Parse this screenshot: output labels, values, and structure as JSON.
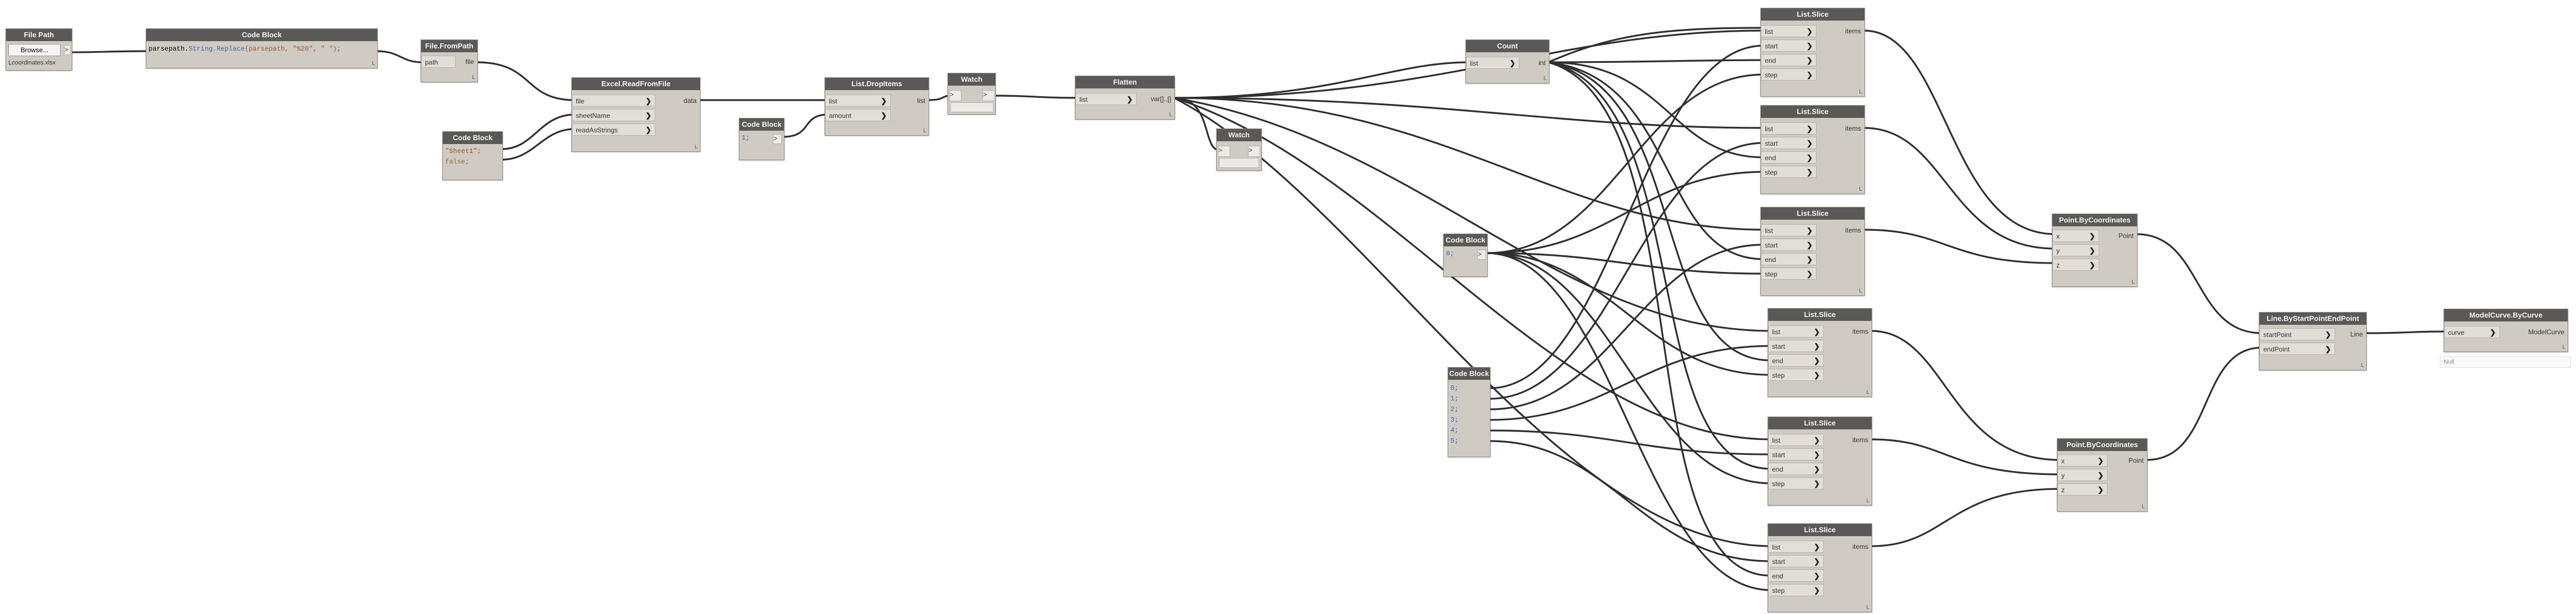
{
  "nodes": {
    "file_path": {
      "title": "File Path",
      "button": "Browse...",
      "value": "Lcoordinates.xlsx"
    },
    "code_block_path": {
      "title": "Code Block",
      "code_prefix": "parsepath.",
      "code_method": "String.Replace",
      "code_args": "(parsepath, \"%20\", \" \");"
    },
    "file_from_path": {
      "title": "File.FromPath",
      "in_path": "path",
      "out_file": "file"
    },
    "code_block_sheet": {
      "title": "Code Block",
      "line1": "\"Sheet1\";",
      "line2": "false;"
    },
    "excel_read": {
      "title": "Excel.ReadFromFile",
      "in_file": "file",
      "in_sheet": "sheetName",
      "in_strings": "readAsStrings",
      "out_data": "data"
    },
    "code_block_one": {
      "title": "Code Block",
      "line1": "1;"
    },
    "drop_items": {
      "title": "List.DropItems",
      "in_list": "list",
      "in_amount": "amount",
      "out_list": "list"
    },
    "watch1": {
      "title": "Watch"
    },
    "flatten": {
      "title": "Flatten",
      "in_list": "list",
      "out": "var[]..[]"
    },
    "watch2": {
      "title": "Watch"
    },
    "count": {
      "title": "Count",
      "in_list": "list",
      "out_int": "int"
    },
    "code_block_zero": {
      "title": "Code Block",
      "line1": "0;"
    },
    "code_block_idx": {
      "title": "Code Block",
      "lines": [
        "0;",
        "1;",
        "2;",
        "3;",
        "4;",
        "5;"
      ]
    },
    "slice_title": "List.Slice",
    "slice_inputs": [
      "list",
      "start",
      "end",
      "step"
    ],
    "slice_output": "items",
    "point_title": "Point.ByCoordinates",
    "point_inputs": [
      "x",
      "y",
      "z"
    ],
    "point_output": "Point",
    "line": {
      "title": "Line.ByStartPointEndPoint",
      "in_start": "startPoint",
      "in_end": "endPoint",
      "out": "Line"
    },
    "model_curve": {
      "title": "ModelCurve.ByCurve",
      "in_curve": "curve",
      "out": "ModelCurve",
      "preview": "Null"
    }
  },
  "lacing": "L",
  "colors": {
    "header": "#5b5957",
    "body": "#cfcbc3",
    "wire": "#2f2f2f"
  }
}
